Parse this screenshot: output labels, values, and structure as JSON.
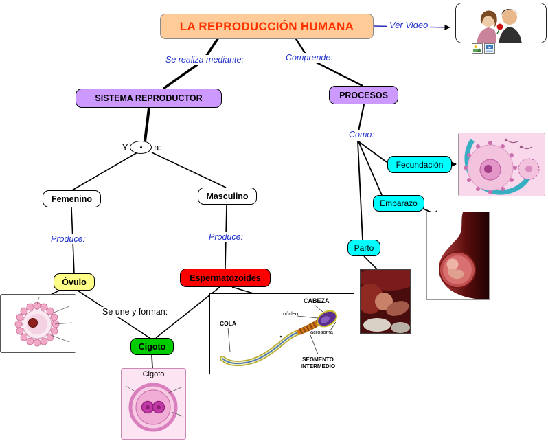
{
  "title": "LA REPRODUCCIÓN HUMANA",
  "video_link": "Ver Video",
  "connectors": {
    "se_realiza": "Se realiza mediante:",
    "comprende": "Comprende:",
    "y_left": "Y",
    "y_right": "a:",
    "produce_fem": "Produce:",
    "produce_masc": "Produce:",
    "se_une": "Se une y forman:",
    "como": "Como:"
  },
  "nodes": {
    "sistema_reproductor": "SISTEMA REPRODUCTOR",
    "procesos": "PROCESOS",
    "femenino": "Femenino",
    "masculino": "Masculino",
    "ovulo": "Óvulo",
    "espermatozoides": "Espermatozoides",
    "cigoto": "Cigoto",
    "fecundacion": "Fecundación",
    "embarazo": "Embarazo",
    "parto": "Parto"
  },
  "sperm_diagram": {
    "cabeza": "CABEZA",
    "nucleo": "núcleo",
    "acrosoma": "acrosoma",
    "cola": "COLA",
    "segmento_line1": "SEGMENTO",
    "segmento_line2": "INTERMEDIO"
  },
  "cigoto_figure": {
    "caption": "Cigoto"
  },
  "colors": {
    "title_bg": "#FFCC99",
    "title_text": "#FF3300",
    "concept_purple": "#CC99FF",
    "process_cyan": "#00FFFF",
    "ovulo_yellow": "#FFFF88",
    "espermatozoides_red": "#FF0000",
    "cigoto_green": "#00CC00",
    "link_blue": "#2233CC",
    "line": "#000000"
  }
}
